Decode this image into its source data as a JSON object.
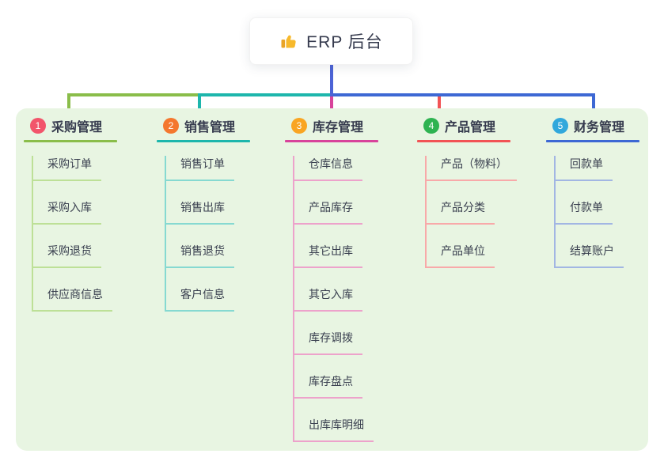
{
  "root": {
    "icon": "thumbs-up",
    "label": "ERP 后台"
  },
  "colors": {
    "trunk": "#4c63d6",
    "panel_bg": "#e8f5e2",
    "root_text": "#363b4e",
    "child_text": "#3a4050"
  },
  "branches": [
    {
      "num": "1",
      "title": "采购管理",
      "color": "#8abd4a",
      "tint": "#bde097",
      "badge": "#f2556b",
      "children": [
        "采购订单",
        "采购入库",
        "采购退货",
        "供应商信息"
      ]
    },
    {
      "num": "2",
      "title": "销售管理",
      "color": "#1db6ac",
      "tint": "#86d9d1",
      "badge": "#f4772e",
      "children": [
        "销售订单",
        "销售出库",
        "销售退货",
        "客户信息"
      ]
    },
    {
      "num": "3",
      "title": "库存管理",
      "color": "#d8439b",
      "tint": "#eda2cb",
      "badge": "#f9a522",
      "children": [
        "仓库信息",
        "产品库存",
        "其它出库",
        "其它入库",
        "库存调拨",
        "库存盘点",
        "出库库明细"
      ]
    },
    {
      "num": "4",
      "title": "产品管理",
      "color": "#f25355",
      "tint": "#f8a9a9",
      "badge": "#2eb351",
      "children": [
        "产品（物料）",
        "产品分类",
        "产品单位"
      ]
    },
    {
      "num": "5",
      "title": "财务管理",
      "color": "#3d68d4",
      "tint": "#a2b6e3",
      "badge": "#31a8dc",
      "children": [
        "回款单",
        "付款单",
        "结算账户"
      ]
    }
  ]
}
